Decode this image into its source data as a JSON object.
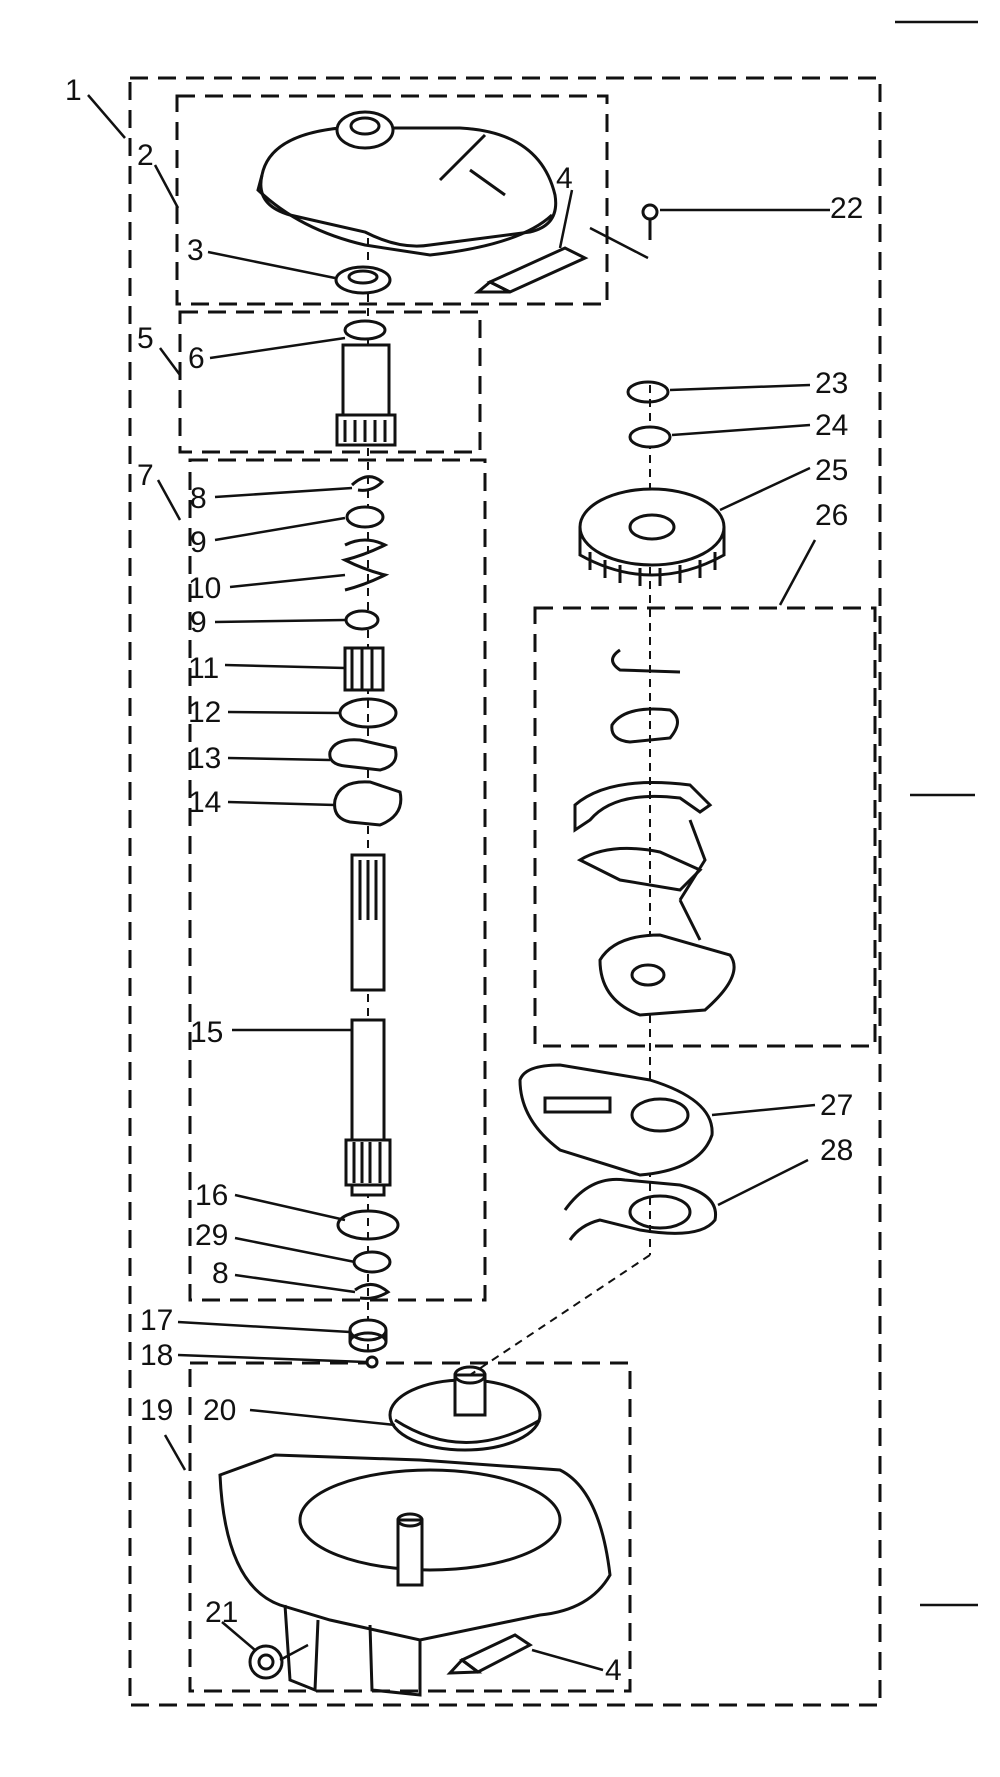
{
  "callouts": {
    "c1": "1",
    "c2": "2",
    "c3": "3",
    "c4a": "4",
    "c4b": "4",
    "c5": "5",
    "c6": "6",
    "c7": "7",
    "c8a": "8",
    "c8b": "8",
    "c9a": "9",
    "c9b": "9",
    "c10": "10",
    "c11": "11",
    "c12": "12",
    "c13": "13",
    "c14": "14",
    "c15": "15",
    "c16": "16",
    "c17": "17",
    "c18": "18",
    "c19": "19",
    "c20": "20",
    "c21": "21",
    "c22": "22",
    "c23": "23",
    "c24": "24",
    "c25": "25",
    "c26": "26",
    "c27": "27",
    "c28": "28",
    "c29": "29"
  }
}
